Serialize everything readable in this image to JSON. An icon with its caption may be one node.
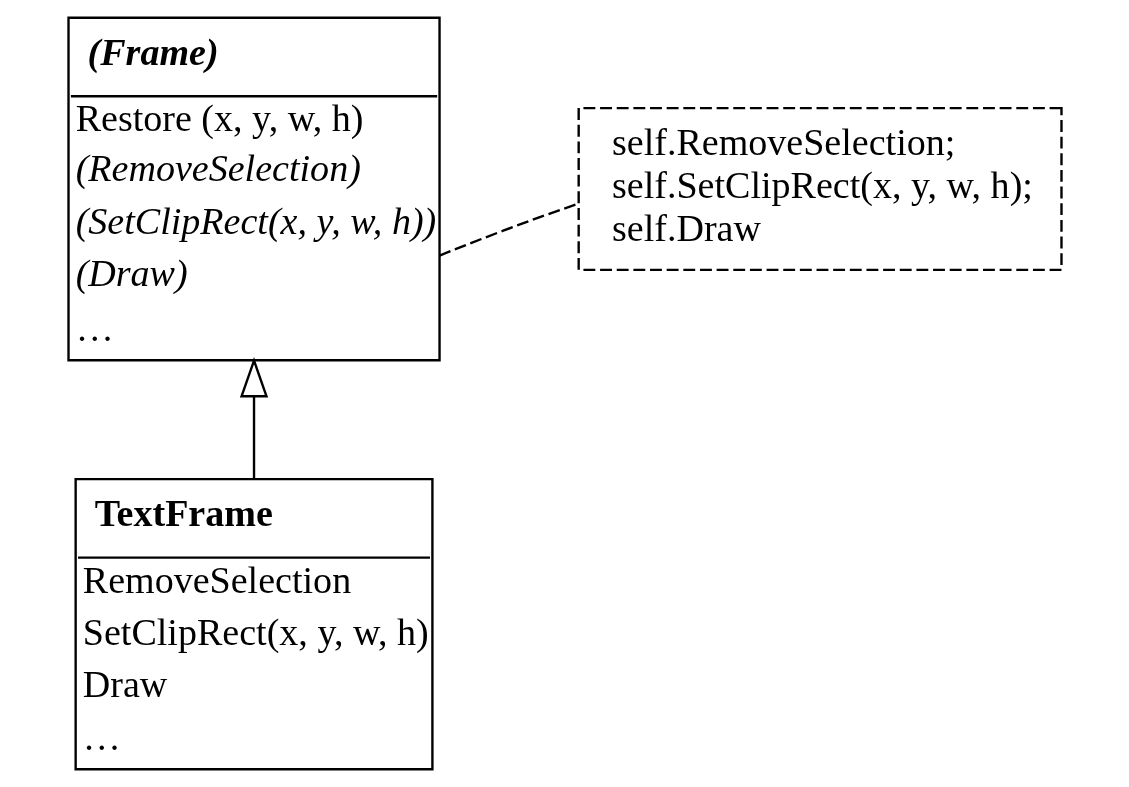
{
  "diagram": {
    "nodes": [
      {
        "text": [
          "(Frame)",
          "Restore (x, y, w, h)",
          "(RemoveSelection)",
          "(SetClipRect(x, y, w, h))",
          "(Draw)",
          "…"
        ]
      },
      {
        "text": [
          "TextFrame",
          "RemoveSelection",
          "SetClipRect(x, y, w, h)",
          "Draw",
          "…"
        ]
      },
      {
        "text": [
          "self.RemoveSelection;",
          "self.SetClipRect(x, y, w, h);",
          "self.Draw"
        ]
      }
    ],
    "edges": [
      {
        "from": 1,
        "to": 0,
        "arrow": "to"
      },
      {
        "from": 0,
        "to": 2,
        "arrow": "none",
        "style": "dashed"
      }
    ]
  }
}
